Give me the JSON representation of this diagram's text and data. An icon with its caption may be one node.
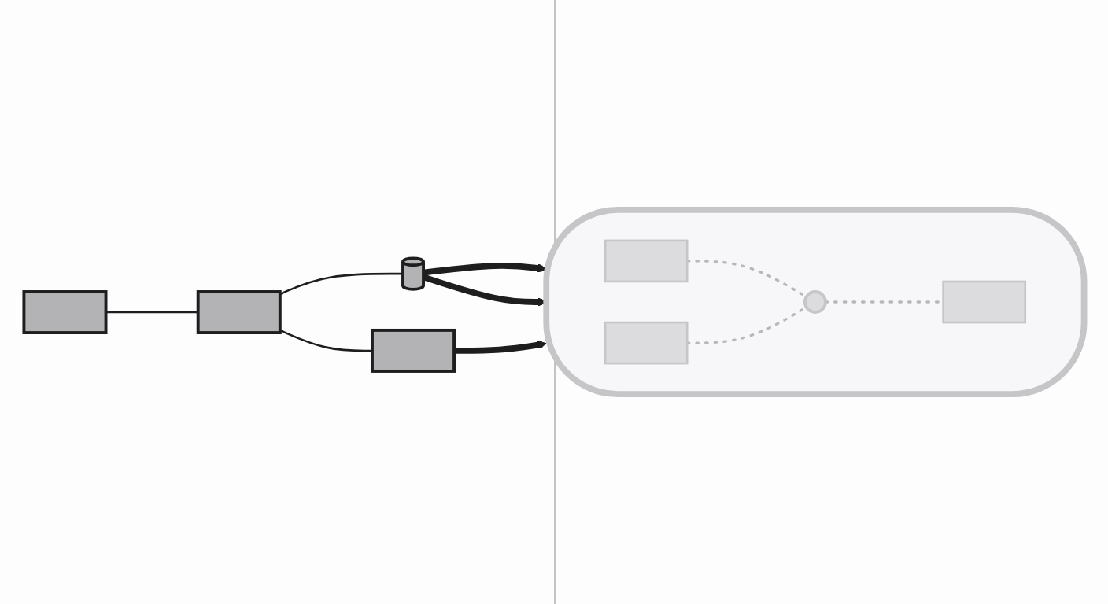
{
  "diagram": {
    "nodes": [
      {
        "text": [],
        "shape": "box"
      },
      {
        "text": [],
        "shape": "box"
      },
      {
        "text": [],
        "shape": "cylinder"
      },
      {
        "text": [],
        "shape": "box"
      },
      {
        "text": [],
        "shape": "cloud"
      },
      {
        "text": [],
        "shape": "box",
        "in": 4
      },
      {
        "text": [],
        "shape": "box",
        "in": 4
      },
      {
        "text": [],
        "shape": "circle",
        "in": 4
      },
      {
        "text": [],
        "shape": "box",
        "in": 4
      }
    ],
    "edges": [
      {
        "from": 0,
        "to": 1,
        "arrow": "none"
      },
      {
        "from": 1,
        "to": 2,
        "arrow": "none"
      },
      {
        "from": 1,
        "to": 3,
        "arrow": "none"
      },
      {
        "from": 2,
        "to": 4,
        "arrow": "to",
        "style": "thick"
      },
      {
        "from": 2,
        "to": 4,
        "arrow": "to",
        "style": "thick"
      },
      {
        "from": 3,
        "to": 4,
        "arrow": "to",
        "style": "thick"
      },
      {
        "from": 5,
        "to": 7,
        "arrow": "none",
        "style": "dashed",
        "color": "#b8b8b8"
      },
      {
        "from": 6,
        "to": 7,
        "arrow": "none",
        "style": "dashed",
        "color": "#b8b8b8"
      },
      {
        "from": 7,
        "to": 8,
        "arrow": "none",
        "style": "dashed",
        "color": "#b8b8b8"
      }
    ]
  }
}
